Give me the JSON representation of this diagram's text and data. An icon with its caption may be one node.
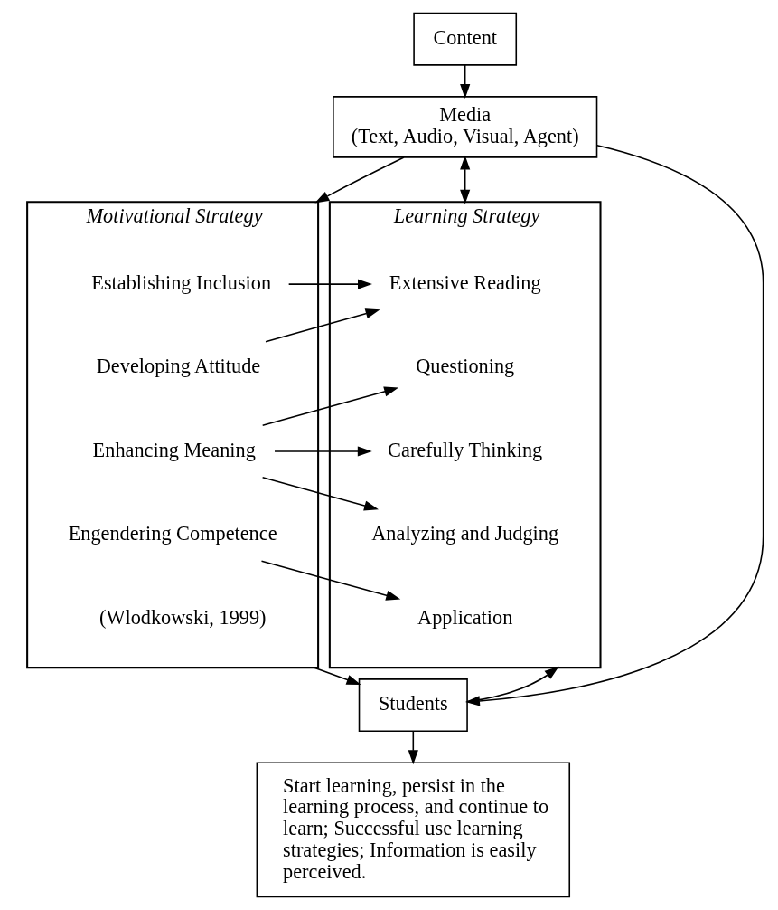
{
  "diagram": {
    "nodes": [
      {
        "text": [
          "Content"
        ]
      },
      {
        "text": [
          "Media",
          "(Text, Audio, Visual, Agent)"
        ]
      },
      {
        "text": [
          "Motivational Strategy",
          "(Wlodkowski, 1999)"
        ]
      },
      {
        "text": [
          "Establishing Inclusion"
        ],
        "in": 2
      },
      {
        "text": [
          "Developing Attitude"
        ],
        "in": 2
      },
      {
        "text": [
          "Enhancing Meaning"
        ],
        "in": 2
      },
      {
        "text": [
          "Engendering Competence"
        ],
        "in": 2
      },
      {
        "text": [
          "Learning Strategy"
        ]
      },
      {
        "text": [
          "Extensive Reading"
        ],
        "in": 7
      },
      {
        "text": [
          "Questioning"
        ],
        "in": 7
      },
      {
        "text": [
          "Carefully Thinking"
        ],
        "in": 7
      },
      {
        "text": [
          "Analyzing and Judging"
        ],
        "in": 7
      },
      {
        "text": [
          "Application"
        ],
        "in": 7
      },
      {
        "text": [
          "Students"
        ]
      },
      {
        "text": [
          "Start learning, persist in the learning process, and continue to learn; Successful use learning strategies; Information is easily perceived."
        ]
      }
    ],
    "edges": [
      {
        "from": 0,
        "to": 1,
        "arrow": "to"
      },
      {
        "from": 1,
        "to": 2,
        "arrow": "to"
      },
      {
        "from": 1,
        "to": 13,
        "arrow": "to"
      },
      {
        "from": 1,
        "to": 7,
        "arrow": "both"
      },
      {
        "from": 3,
        "to": 8,
        "arrow": "to"
      },
      {
        "from": 4,
        "to": 8,
        "arrow": "to"
      },
      {
        "from": 5,
        "to": 9,
        "arrow": "to"
      },
      {
        "from": 5,
        "to": 10,
        "arrow": "to"
      },
      {
        "from": 5,
        "to": 11,
        "arrow": "to"
      },
      {
        "from": 6,
        "to": 12,
        "arrow": "to"
      },
      {
        "from": 2,
        "to": 13,
        "arrow": "to"
      },
      {
        "from": 13,
        "to": 7,
        "arrow": "to"
      },
      {
        "from": 13,
        "to": 14,
        "arrow": "to"
      }
    ]
  }
}
